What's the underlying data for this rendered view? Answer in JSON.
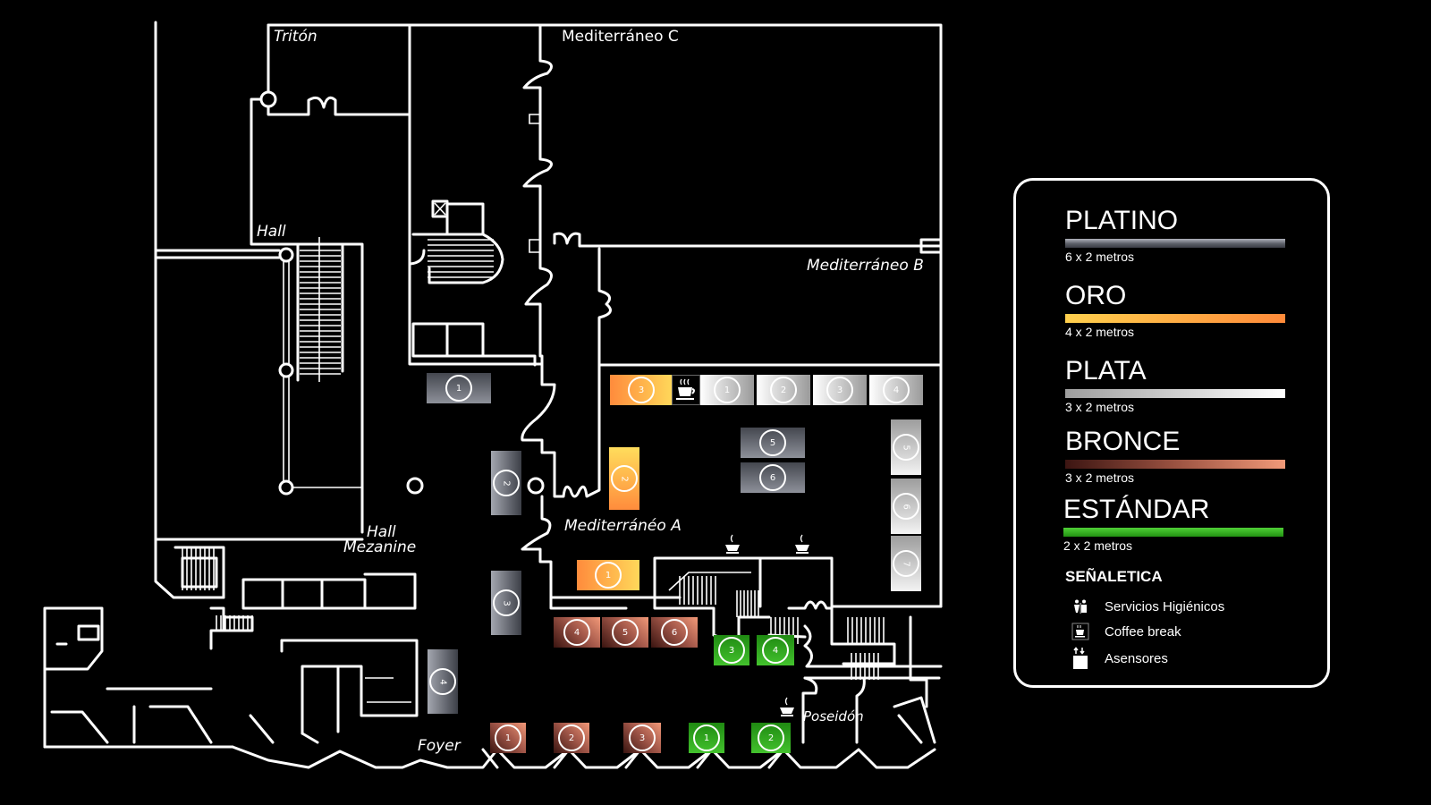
{
  "rooms": {
    "triton": "Tritón",
    "med_c": "Mediterráneo C",
    "med_b": "Mediterráneo B",
    "med_a": "Mediterránéo A",
    "hall": "Hall",
    "hall_mezanine_1": "Hall",
    "hall_mezanine_2": "Mezanine",
    "foyer": "Foyer",
    "poseidon": "Poseidón"
  },
  "stands": [
    {
      "tier": "platino",
      "number": "1",
      "orientation": "h"
    },
    {
      "tier": "platino",
      "number": "2",
      "orientation": "v"
    },
    {
      "tier": "platino",
      "number": "3",
      "orientation": "v"
    },
    {
      "tier": "platino",
      "number": "4",
      "orientation": "v"
    },
    {
      "tier": "platino",
      "number": "5",
      "orientation": "h"
    },
    {
      "tier": "platino",
      "number": "6",
      "orientation": "h"
    },
    {
      "tier": "oro",
      "number": "1",
      "orientation": "h"
    },
    {
      "tier": "oro",
      "number": "2",
      "orientation": "v"
    },
    {
      "tier": "oro",
      "number": "3",
      "orientation": "h"
    },
    {
      "tier": "plata",
      "number": "1",
      "orientation": "h"
    },
    {
      "tier": "plata",
      "number": "2",
      "orientation": "h"
    },
    {
      "tier": "plata",
      "number": "3",
      "orientation": "h"
    },
    {
      "tier": "plata",
      "number": "4",
      "orientation": "h"
    },
    {
      "tier": "plata",
      "number": "5",
      "orientation": "v"
    },
    {
      "tier": "plata",
      "number": "6",
      "orientation": "v"
    },
    {
      "tier": "plata",
      "number": "7",
      "orientation": "v"
    },
    {
      "tier": "bronce",
      "number": "1",
      "orientation": "h"
    },
    {
      "tier": "bronce",
      "number": "2",
      "orientation": "h"
    },
    {
      "tier": "bronce",
      "number": "3",
      "orientation": "h"
    },
    {
      "tier": "bronce",
      "number": "4",
      "orientation": "h"
    },
    {
      "tier": "bronce",
      "number": "5",
      "orientation": "h"
    },
    {
      "tier": "bronce",
      "number": "6",
      "orientation": "h"
    },
    {
      "tier": "estandar",
      "number": "1",
      "orientation": "h"
    },
    {
      "tier": "estandar",
      "number": "2",
      "orientation": "h"
    },
    {
      "tier": "estandar",
      "number": "3",
      "orientation": "h"
    },
    {
      "tier": "estandar",
      "number": "4",
      "orientation": "h"
    }
  ],
  "legend": {
    "tiers": [
      {
        "key": "platino",
        "name": "PLATINO",
        "size": "6 x 2 metros",
        "colors": [
          "#aeb1ba",
          "#3a3d45"
        ]
      },
      {
        "key": "oro",
        "name": "ORO",
        "size": "4 x 2 metros",
        "colors": [
          "#ffd04d",
          "#ff8a3a"
        ]
      },
      {
        "key": "plata",
        "name": "PLATA",
        "size": "3 x 2 metros",
        "colors": [
          "#9e9e9e",
          "#ffffff"
        ]
      },
      {
        "key": "bronce",
        "name": "BRONCE",
        "size": "3 x 2 metros",
        "colors": [
          "#3c1512",
          "#f29a79"
        ]
      },
      {
        "key": "estandar",
        "name": "ESTÁNDAR",
        "size": "2 x 2 metros",
        "colors": [
          "#4fcf36",
          "#229212"
        ]
      }
    ],
    "signage_title": "SEÑALETICA",
    "signage": [
      {
        "icon": "restroom-icon",
        "label": "Servicios Higiénicos"
      },
      {
        "icon": "coffee-icon",
        "label": "Coffee break"
      },
      {
        "icon": "elevator-icon",
        "label": "Asensores"
      }
    ]
  }
}
